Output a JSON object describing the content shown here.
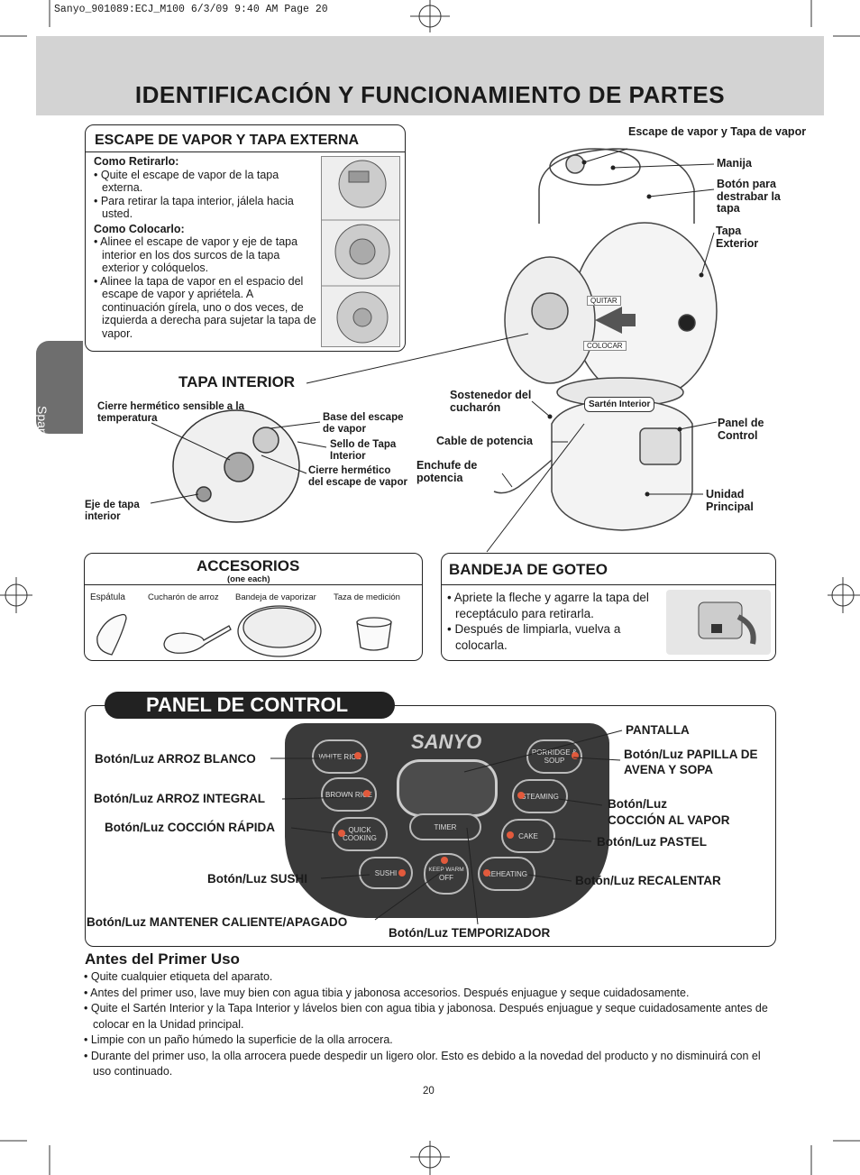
{
  "slug": "Sanyo_901089:ECJ_M100  6/3/09  9:40 AM  Page 20",
  "title": "IDENTIFICACIÓN Y FUNCIONAMIENTO DE PARTES",
  "side_tab": "Spanish",
  "escape": {
    "title": "ESCAPE DE VAPOR Y TAPA EXTERNA",
    "remove_head": "Como Retirarlo:",
    "remove_items": [
      "• Quite el escape de vapor de la tapa externa.",
      "• Para retirar la tapa interior, jálela hacia usted."
    ],
    "place_head": "Como Colocarlo:",
    "place_items": [
      "• Alinee el escape de vapor y eje de tapa interior  en los dos surcos de la tapa exterior y colóquelos.",
      "• Alinee la tapa de vapor en el espacio del escape de vapor y apriétela. A continuación gírela, uno o dos veces, de izquierda a derecha para sujetar la tapa de vapor."
    ]
  },
  "tapa_interior": {
    "title": "TAPA INTERIOR",
    "labels": {
      "cierre_sensible": "Cierre hermético sensible a la temperatura",
      "base_escape": "Base del escape de vapor",
      "sello": "Sello de Tapa Interior",
      "cierre_escape": "Cierre hermético del escape de vapor",
      "eje": "Eje de tapa interior"
    }
  },
  "unit_labels": {
    "escape_tapa": "Escape de vapor y Tapa de vapor",
    "manija": "Manija",
    "boton_destrabar": "Botón para destrabar la tapa",
    "tapa_exterior": "Tapa Exterior",
    "quitar": "QUITAR",
    "colocar": "COLOCAR",
    "sostenedor": "Sostenedor del cucharón",
    "sarten": "Sartén Interior",
    "panel_control": "Panel de Control",
    "cable": "Cable de potencia",
    "enchufe": "Enchufe de potencia",
    "unidad": "Unidad Principal"
  },
  "accesorios": {
    "title": "ACCESORIOS",
    "subtitle": "(one each)",
    "items": [
      "Espátula",
      "Cucharón de arroz",
      "Bandeja de vaporizar",
      "Taza de medición"
    ]
  },
  "bandeja": {
    "title": "BANDEJA DE GOTEO",
    "items": [
      "• Apriete la fleche y agarre la tapa del receptáculo para retirarla.",
      "• Después de limpiarla, vuelva a colocarla."
    ]
  },
  "panel": {
    "title": "PANEL DE CONTROL",
    "brand": "SANYO",
    "buttons": {
      "white_rice": "WHITE RICE",
      "brown_rice": "BROWN RICE",
      "quick": "QUICK COOKING",
      "sushi": "SUSHI",
      "timer": "TIMER",
      "keep_warm": "KEEP WARM",
      "off": "OFF",
      "porridge": "PORRIDGE & SOUP",
      "steaming": "STEAMING",
      "cake": "CAKE",
      "reheating": "REHEATING"
    },
    "labels": {
      "arroz_blanco": "Botón/Luz ARROZ BLANCO",
      "arroz_integral": "Botón/Luz ARROZ INTEGRAL",
      "coccion_rapida": "Botón/Luz COCCIÓN RÁPIDA",
      "sushi": "Botón/Luz SUSHI",
      "mantener": "Botón/Luz MANTENER CALIENTE/APAGADO",
      "temporizador": "Botón/Luz TEMPORIZADOR",
      "pantalla": "PANTALLA",
      "papilla": "Botón/Luz PAPILLA DE AVENA Y SOPA",
      "vapor_a": "Botón/Luz",
      "vapor_b": "COCCIÓN AL VAPOR",
      "pastel": "Botón/Luz PASTEL",
      "recalentar": "Botón/Luz RECALENTAR"
    }
  },
  "antes": {
    "title": "Antes del Primer Uso",
    "items": [
      "• Quite cualquier etiqueta del aparato.",
      "• Antes del primer uso, lave muy bien con agua tibia y jabonosa accesorios. Después enjuague y seque cuidadosamente.",
      "• Quite el Sartén Interior y la Tapa Interior y lávelos bien con agua tibia y jabonosa. Después enjuague y seque cuidadosamente antes de colocar en la Unidad principal.",
      "• Limpie con un paño húmedo la superficie de la olla arrocera.",
      "• Durante del primer uso, la olla arrocera puede despedir un ligero olor. Esto es debido a la novedad del producto y no disminuirá con el uso continuado."
    ]
  },
  "page_number": "20"
}
